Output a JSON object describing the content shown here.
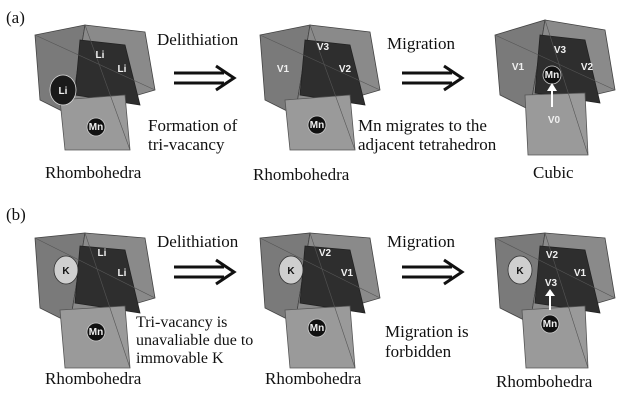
{
  "panels": [
    {
      "label": "(a)",
      "steps": [
        {
          "caption": "Rhombohedra",
          "atoms": {
            "big": "Li",
            "top": "Li",
            "side": "Li",
            "bottom": "Mn"
          }
        },
        {
          "caption": "Rhombohedra",
          "atoms": {
            "big": "V1",
            "top": "V3",
            "side": "V2",
            "bottom": "Mn"
          }
        },
        {
          "caption": "Cubic",
          "atoms": {
            "big": "V1",
            "top": "V3",
            "side": "V2",
            "mid": "Mn",
            "bottom": "V0"
          }
        }
      ],
      "arrows": [
        {
          "label": "Delithiation",
          "note": [
            "Formation of",
            "tri-vacancy"
          ]
        },
        {
          "label": "Migration",
          "note": [
            "Mn migrates to the",
            "adjacent tetrahedron"
          ]
        }
      ]
    },
    {
      "label": "(b)",
      "steps": [
        {
          "caption": "Rhombohedra",
          "atoms": {
            "big": "K",
            "top": "Li",
            "side": "Li",
            "bottom": "Mn"
          }
        },
        {
          "caption": "Rhombohedra",
          "atoms": {
            "big": "K",
            "top": "V2",
            "side": "V1",
            "bottom": "Mn"
          }
        },
        {
          "caption": "Rhombohedra",
          "atoms": {
            "big": "K",
            "top": "V2",
            "side": "V1",
            "mid": "V3",
            "bottom": "Mn"
          }
        }
      ],
      "arrows": [
        {
          "label": "Delithiation",
          "note": [
            "Tri-vacancy is",
            "unavaliable due to",
            "immovable K"
          ]
        },
        {
          "label": "Migration",
          "note": [
            "Migration is",
            "forbidden"
          ]
        }
      ]
    }
  ]
}
